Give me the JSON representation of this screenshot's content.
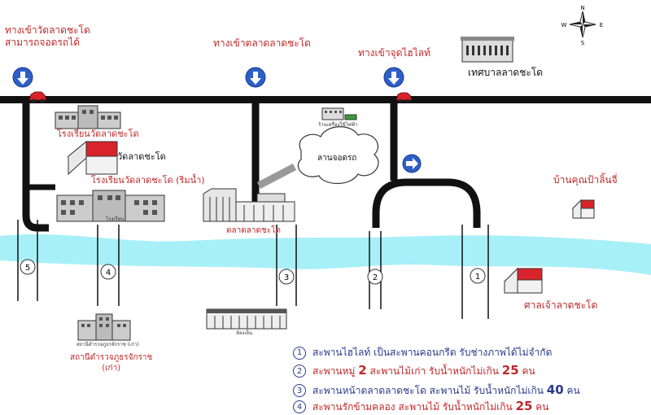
{
  "labels": {
    "wat_entrance": "ทางเข้าวัดลาดชะโด\nสามารถจอดรถได้",
    "market_entrance": "ทางเข้าตลาดลาดชะโด",
    "highlight_entrance": "ทางเข้าจุดไฮไลท์",
    "municipality": "เทศบาลลาดชะโด",
    "school_wat": "โรงเรียนวัดลาดชะโด",
    "wat": "วัดลาดชะโด",
    "school_riverside": "โรงเรียนวัดลาดชะโด (ริมน้ำ)",
    "parking": "ลานจอดรถ",
    "market": "ตลาดลาดชะโด",
    "aunt_house": "บ้านคุณป้าลิ้นจี่",
    "shrine": "ศาลเจ้าลาดชะโด",
    "police": "สถานีตำรวจภูธรจักราช\n(เก่า)",
    "shop_small": "ร้านเครื่องใช้ไฟฟ้า",
    "school_small": "โรงเรียน",
    "cold_storage": "ห้องเย็น",
    "police_small": "สถานีตำรวจภูธรจักราช (เก่า)"
  },
  "compass": {
    "n": "N",
    "s": "S",
    "e": "E",
    "w": "W"
  },
  "bridge_markers": [
    "1",
    "2",
    "3",
    "4",
    "5"
  ],
  "legend": [
    {
      "num": "1",
      "text": "สะพานไฮไลท์ เป็นสะพานคอนกรีต รับช่างภาพได้ไม่จำกัด",
      "pre": "",
      "big": "",
      "post": "",
      "style": "blue"
    },
    {
      "num": "2",
      "pre": "สะพานหมู่",
      "big": "2",
      "mid": "สะพานไม้เก่า รับน้ำหนักไม่เกิน",
      "big2": "25",
      "post": "คน",
      "style": "red"
    },
    {
      "num": "3",
      "pre": "สะพานหน้าตลาดลาดชะโด  สะพานไม้ รับน้ำหนักไม่เกิน",
      "big2": "40",
      "post": "คน",
      "style": "blue"
    },
    {
      "num": "4",
      "pre": "สะพานรักข้ามคลอง  สะพานไม้ รับน้ำหนักไม่เกิน",
      "big2": "25",
      "post": "คน",
      "style": "red"
    }
  ],
  "colors": {
    "river": "#a8f0f8",
    "road": "#111111",
    "roof": "#d9232a",
    "arrow": "#2d5fc8",
    "label_red": "#c0282a",
    "legend_blue": "#2a3a8c"
  }
}
